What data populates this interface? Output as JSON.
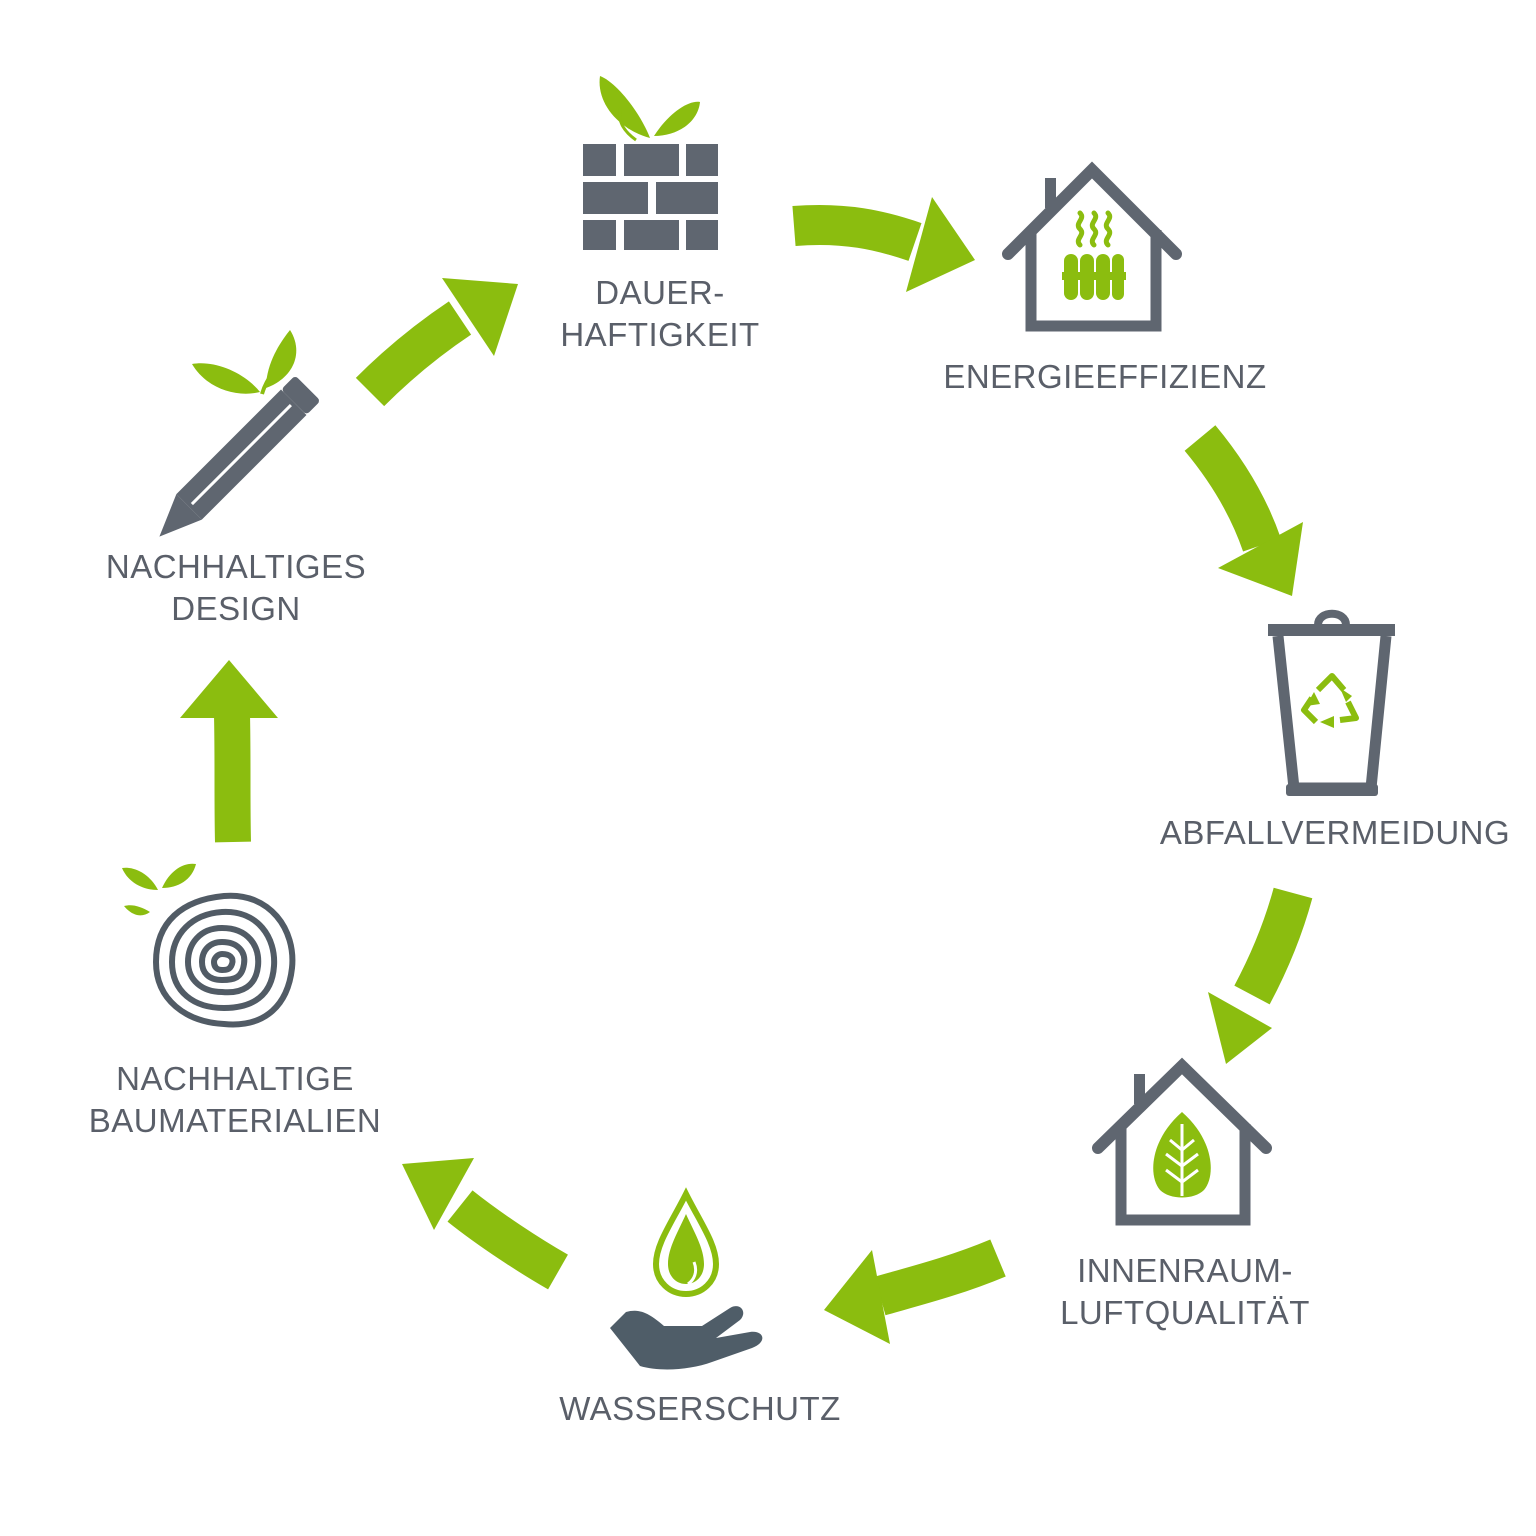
{
  "colors": {
    "green": "#8bbd0f",
    "gray": "#5f6670",
    "text": "#5a5f69"
  },
  "cycle": [
    {
      "id": "durability",
      "icon": "brick-wall-sprout-icon",
      "lines": [
        "DAUER-",
        "HAFTIGKEIT"
      ]
    },
    {
      "id": "energy",
      "icon": "house-radiator-icon",
      "lines": [
        "ENERGIEEFFIZIENZ"
      ]
    },
    {
      "id": "waste",
      "icon": "recycle-bin-icon",
      "lines": [
        "ABFALLVERMEIDUNG"
      ]
    },
    {
      "id": "air",
      "icon": "house-leaf-icon",
      "lines": [
        "INNENRAUM-",
        "LUFTQUALITÄT"
      ]
    },
    {
      "id": "water",
      "icon": "hand-water-drop-icon",
      "lines": [
        "WASSERSCHUTZ"
      ]
    },
    {
      "id": "materials",
      "icon": "tree-rings-sprout-icon",
      "lines": [
        "NACHHALTIGE",
        "BAUMATERIALIEN"
      ]
    },
    {
      "id": "design",
      "icon": "pencil-sprout-icon",
      "lines": [
        "NACHHALTIGES",
        "DESIGN"
      ]
    }
  ]
}
